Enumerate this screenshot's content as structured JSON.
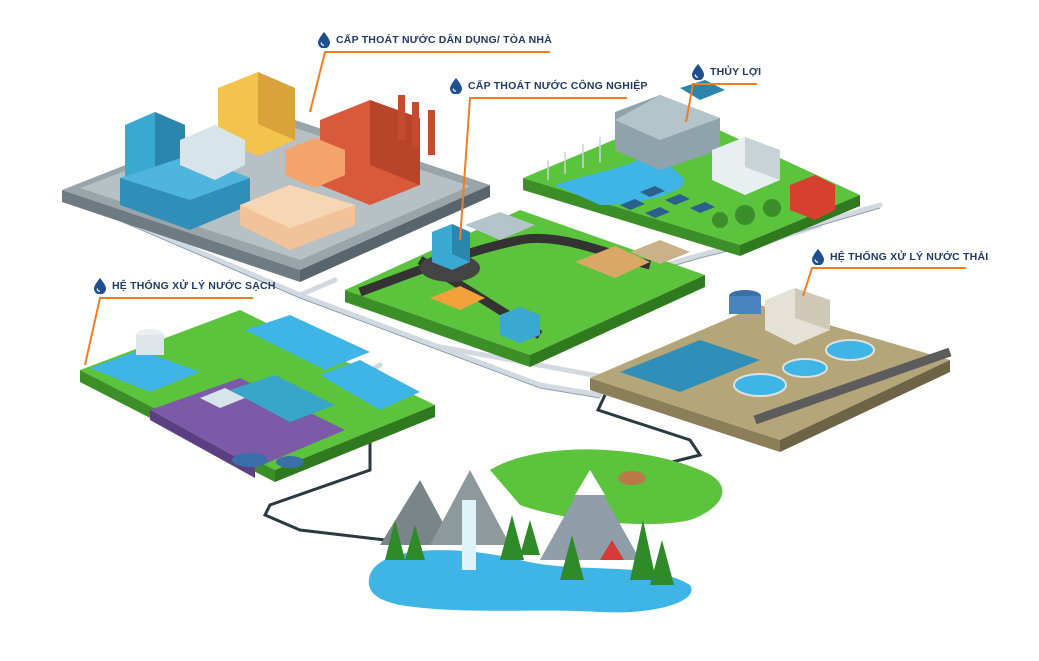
{
  "labels": {
    "residential": "CẤP THOÁT NƯỚC DÂN DỤNG/ TÒA NHÀ",
    "industrial": "CẤP THOÁT NƯỚC CÔNG NGHIỆP",
    "irrigation": "THỦY LỢI",
    "clean_water": "HỆ THỐNG XỬ LÝ NƯỚC SẠCH",
    "wastewater": "HỆ THỐNG XỬ LÝ NƯỚC THẢI"
  },
  "icons": {
    "label_marker": "water-drop-icon"
  },
  "colors": {
    "label_text": "#1f3a63",
    "leader_line": "#f07d22",
    "drop_icon": "#1f4f8f",
    "pipe": "#d2d9e0",
    "pipe_dark": "#2a3a3f",
    "grass": "#5cc33d",
    "water": "#3fb4e6"
  }
}
